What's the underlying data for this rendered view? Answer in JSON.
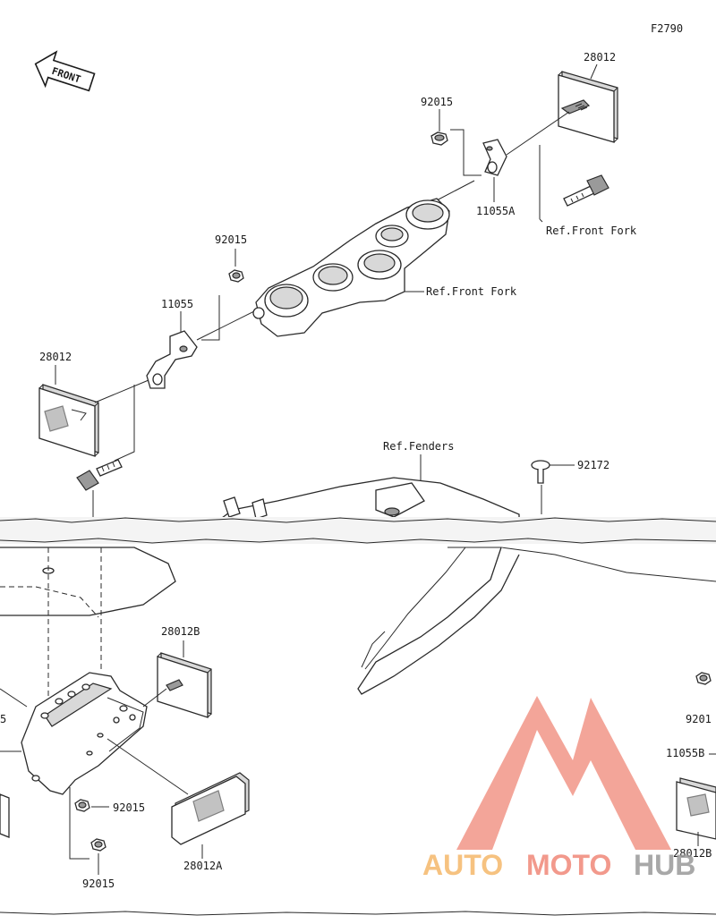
{
  "figure_code": "F2790",
  "front_label": "FRONT",
  "labels": {
    "reflector_top_right": "28012",
    "nut_top_right": "92015",
    "bracket_right": "11055A",
    "ref_front_fork_bolt": "Ref.Front Fork",
    "nut_top_left": "92015",
    "bracket_left": "11055",
    "ref_front_fork_clamp": "Ref.Front Fork",
    "reflector_left": "28012",
    "ref_fenders": "Ref.Fenders",
    "screw": "92172",
    "reflector_rear_b": "28012B",
    "nut_rear_upper": "92015",
    "nut_rear_lower": "92015",
    "reflector_rear_a": "28012A",
    "partial_left_5": "5",
    "nut_right_partial": "9201",
    "bracket_b_partial": "11055B",
    "reflector_b_partial": "28012B"
  },
  "watermark": {
    "part1": "AUTO",
    "part2": "MOTO",
    "part3": "HUB",
    "colors": {
      "red": "#f08878",
      "orange": "#f5b86a",
      "gray": "#9a9a9a"
    }
  }
}
